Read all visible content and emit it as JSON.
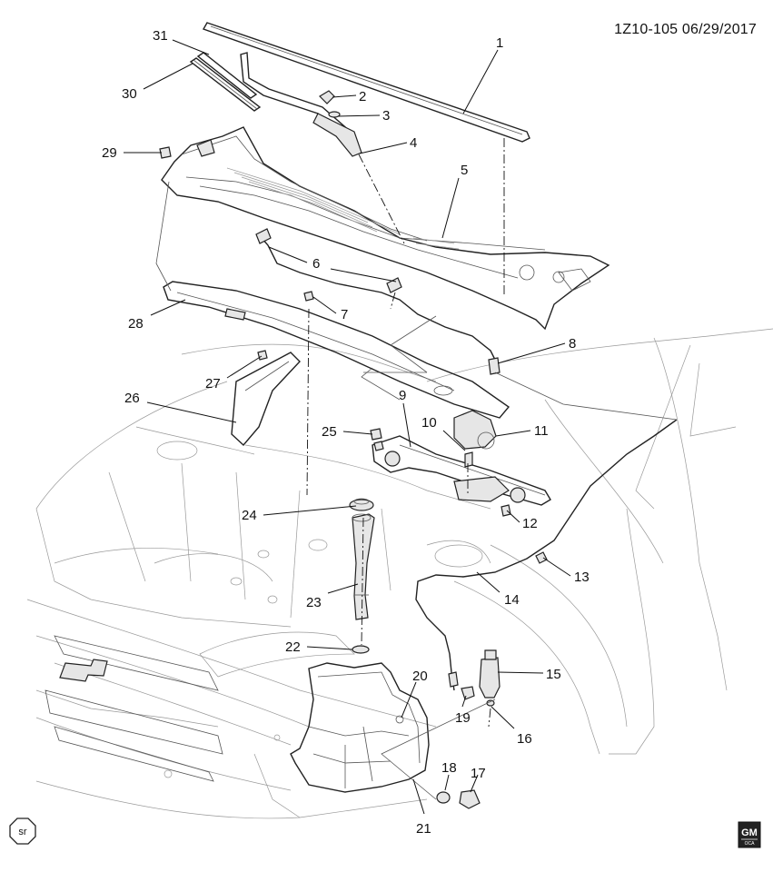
{
  "header": {
    "code": "1Z10-105 06/29/2017"
  },
  "callouts": [
    "1",
    "2",
    "3",
    "4",
    "5",
    "6",
    "7",
    "8",
    "9",
    "10",
    "11",
    "12",
    "13",
    "14",
    "15",
    "16",
    "17",
    "18",
    "19",
    "20",
    "21",
    "22",
    "23",
    "24",
    "25",
    "26",
    "27",
    "28",
    "29",
    "30",
    "31"
  ],
  "badges": {
    "sr": "sr",
    "gm_logo_text": "GM",
    "gm_logo_sub": "OCA"
  }
}
